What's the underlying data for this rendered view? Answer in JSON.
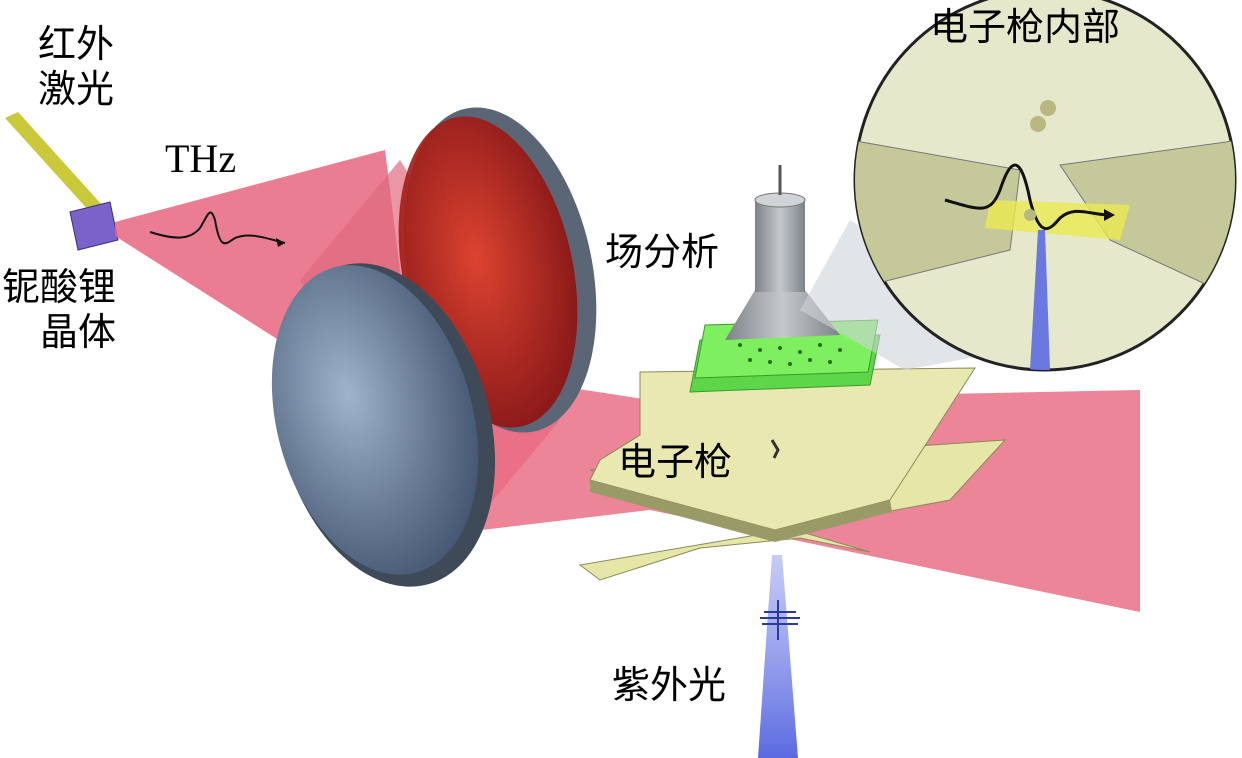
{
  "labels": {
    "infrared_laser_line1": "红外",
    "infrared_laser_line2": "激光",
    "thz": "THz",
    "crystal_line1": "铌酸锂",
    "crystal_line2": "晶体",
    "field_analysis": "场分析",
    "gun_interior": "电子枪内部",
    "electron_gun": "电子枪",
    "uv_light": "紫外光"
  },
  "colors": {
    "thz_beam": "#e8667f",
    "mirror_red": "#c8201a",
    "mirror_blue": "#6f86a3",
    "gun_plate": "#e6e6a8",
    "analyzer_grid": "#6fe05a",
    "uv_beam": "#6b78e0",
    "laser": "#c9c93a"
  }
}
